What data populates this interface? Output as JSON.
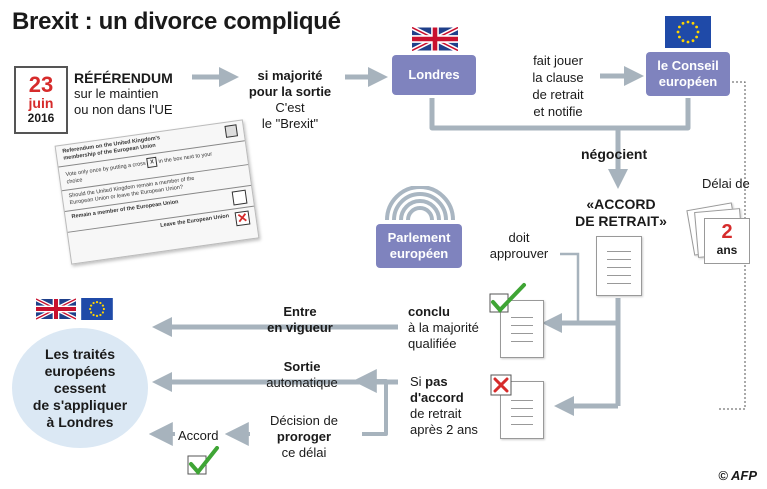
{
  "title": "Brexit : un divorce compliqué",
  "referendum": {
    "day": "23",
    "month": "juin",
    "year": "2016",
    "heading": "RÉFÉRENDUM",
    "line1": "sur le maintien",
    "line2": "ou non dans l'UE"
  },
  "majority": {
    "bold1": "si majorité",
    "bold2": "pour la sortie",
    "line1": "C'est",
    "line2": "le \"Brexit\""
  },
  "london": "Londres",
  "article50": {
    "l1": "fait jouer",
    "l2": "la clause",
    "l3": "de retrait",
    "l4": "et notifie"
  },
  "council": {
    "l1": "le Conseil",
    "l2": "européen"
  },
  "negotiate": "négocient",
  "agreement": {
    "l1": "«ACCORD",
    "l2": "DE RETRAIT»"
  },
  "delay": {
    "label": "Délai de",
    "number": "2",
    "unit": "ans"
  },
  "parliament": {
    "l1": "Parlement",
    "l2": "européen"
  },
  "approve": {
    "l1": "doit",
    "l2": "approuver"
  },
  "ballot": {
    "title1": "Referendum on the United Kingdom's",
    "title2": "membership of the European Union",
    "instr1": "Vote only once by putting a cross",
    "instr2": "in the box next to your choice",
    "question1": "Should the United Kingdom remain a member of the",
    "question2": "European Union or leave the European Union?",
    "remain": "Remain a member of the European Union",
    "leave": "Leave the European Union"
  },
  "concluded": {
    "bold": "conclu",
    "l1": "à la majorité",
    "l2": "qualifiée"
  },
  "inforce": {
    "l1": "Entre",
    "l2": "en vigueur"
  },
  "nodeal": {
    "pre": "Si ",
    "bold1": "pas",
    "bold2": "d'accord",
    "l3": "de retrait",
    "l4": "après 2 ans"
  },
  "exit": {
    "bold": "Sortie",
    "l2": "automatique"
  },
  "extend": {
    "l1": "Décision de",
    "bold": "proroger",
    "l3": "ce délai"
  },
  "accord": "Accord",
  "treaties": {
    "l1": "Les traités",
    "l2": "européens",
    "l3": "cessent",
    "l4": "de s'appliquer",
    "l5": "à Londres"
  },
  "credit": "© AFP",
  "colors": {
    "pill": "#7f83be",
    "arrow": "#a7b3bd",
    "accent": "#d62b2b",
    "check": "#3fa535",
    "eu": "#1f4aa8"
  }
}
